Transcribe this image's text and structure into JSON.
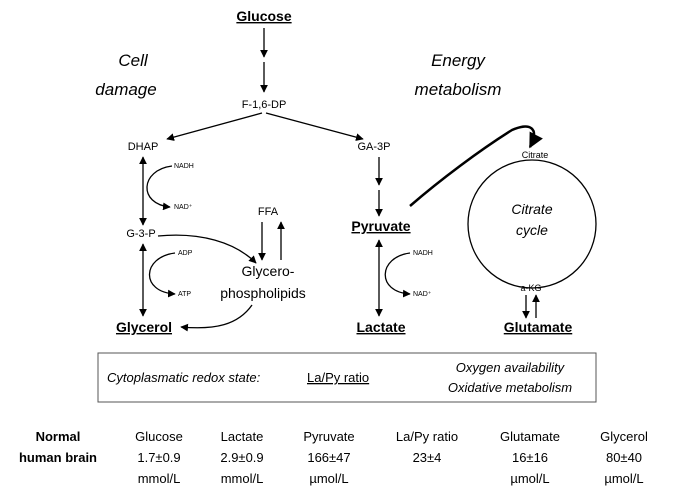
{
  "nodes": {
    "glucose": "Glucose",
    "f16dp": "F-1,6-DP",
    "dhap": "DHAP",
    "ga3p": "GA-3P",
    "g3p": "G-3-P",
    "ffa": "FFA",
    "glycero_1": "Glycero-",
    "glycero_2": "phospholipids",
    "glycerol": "Glycerol",
    "pyruvate": "Pyruvate",
    "lactate": "Lactate",
    "citrate": "Citrate",
    "akg": "a-KG",
    "glutamate": "Glutamate"
  },
  "cofactors": {
    "nadh_left": "NADH",
    "nad_left": "NAD⁺",
    "adp": "ADP",
    "atp": "ATP",
    "nadh_right": "NADH",
    "nad_right": "NAD⁺"
  },
  "sections": {
    "cell_damage_1": "Cell",
    "cell_damage_2": "damage",
    "energy_1": "Energy",
    "energy_2": "metabolism"
  },
  "cycle": {
    "line1": "Citrate",
    "line2": "cycle"
  },
  "info_box": {
    "left": "Cytoplasmatic redox state:",
    "ratio": "La/Py ratio",
    "right1": "Oxygen availability",
    "right2": "Oxidative metabolism"
  },
  "table": {
    "row_label_1": "Normal",
    "row_label_2": "human brain",
    "columns": [
      {
        "name": "Glucose",
        "value": "1.7±0.9",
        "unit": "mmol/L"
      },
      {
        "name": "Lactate",
        "value": "2.9±0.9",
        "unit": "mmol/L"
      },
      {
        "name": "Pyruvate",
        "value": "166±47",
        "unit": "µmol/L"
      },
      {
        "name": "La/Py ratio",
        "value": "23±4",
        "unit": ""
      },
      {
        "name": "Glutamate",
        "value": "16±16",
        "unit": "µmol/L"
      },
      {
        "name": "Glycerol",
        "value": "80±40",
        "unit": "µmol/L"
      }
    ]
  }
}
